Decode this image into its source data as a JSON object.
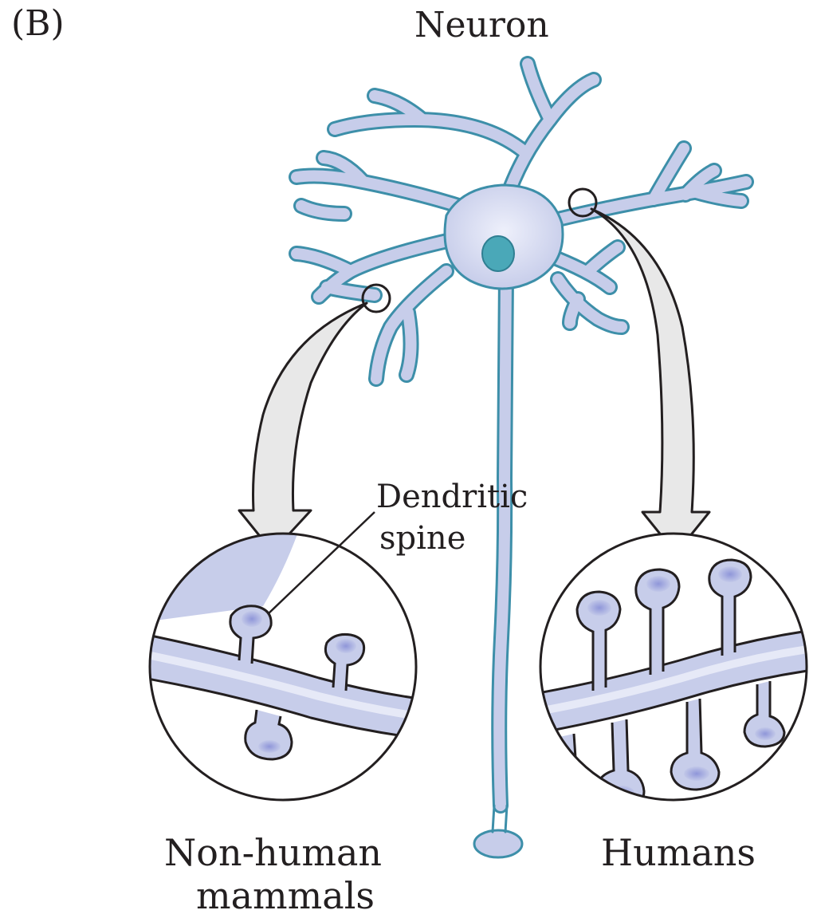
{
  "figure": {
    "panel_label": "(B)",
    "title": "Neuron",
    "callout": {
      "line1": "Dendritic",
      "line2": "spine"
    },
    "left_caption": {
      "line1": "Non-human",
      "line2": "mammals"
    },
    "right_caption": "Humans"
  },
  "colors": {
    "cell_fill": "#c7cdea",
    "cell_outline": "#3d8fa9",
    "nucleus": "#4aa8b8",
    "spine_head": "#8f96d9",
    "arrow_fill": "#e8e8e8",
    "ink": "#231f20"
  }
}
